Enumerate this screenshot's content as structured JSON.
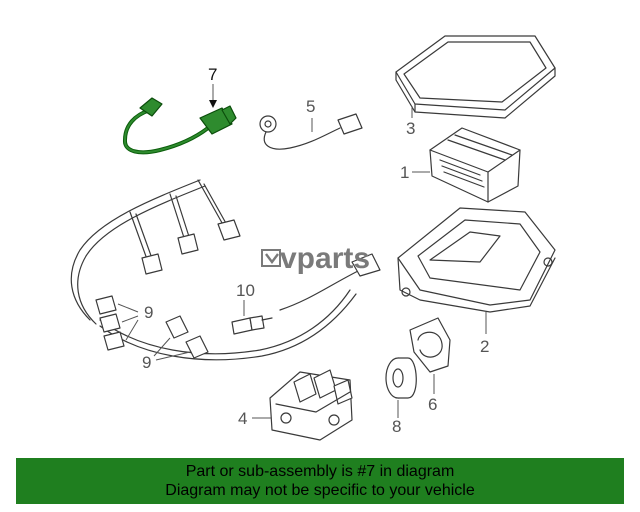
{
  "diagram": {
    "callouts": {
      "c1": "1",
      "c2": "2",
      "c3": "3",
      "c4": "4",
      "c5": "5",
      "c6": "6",
      "c7": "7",
      "c8": "8",
      "c9a": "9",
      "c9b": "9",
      "c10": "10"
    },
    "watermark": "vparts",
    "highlight_color": "#2e8b2e"
  },
  "banner": {
    "line1": "Part or sub-assembly is #7 in diagram",
    "line2": "Diagram may not be specific to your vehicle",
    "background": "#1f7f1f"
  }
}
